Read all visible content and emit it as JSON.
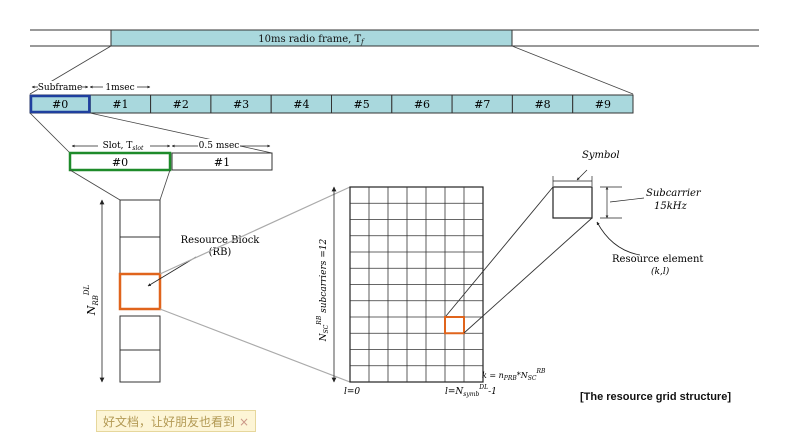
{
  "frame": {
    "label": "10ms radio frame, T",
    "label_sub": "f"
  },
  "subframe": {
    "label": "Subframe",
    "duration": "1msec",
    "items": [
      "#0",
      "#1",
      "#2",
      "#3",
      "#4",
      "#5",
      "#6",
      "#7",
      "#8",
      "#9"
    ],
    "highlight_color": "#1f3f9e"
  },
  "slot": {
    "label": "Slot, T",
    "label_sub": "slot",
    "duration": "0.5 msec",
    "items": [
      "#0",
      "#1"
    ],
    "highlight_color": "#1e8b2a"
  },
  "resource_block": {
    "label_line1": "Resource Block",
    "label_line2": "(RB)",
    "highlight_color": "#e0641c",
    "vertical_label": "N",
    "vertical_label_sub": "RB",
    "vertical_label_sup": "DL"
  },
  "grid": {
    "rows": 12,
    "cols": 7,
    "subcarrier_label": "N",
    "subcarrier_label_sub": "SC",
    "subcarrier_label_sup": "RB",
    "subcarrier_label_tail": " subcarriers =12",
    "l_start": "l=0",
    "l_end_prefix": "l=N",
    "l_end_sub": "symb",
    "l_end_sup": "DL",
    "l_end_tail": "-1",
    "k_formula_prefix": "k = n",
    "k_formula_sub1": "PRB",
    "k_formula_mid": "*N",
    "k_formula_sub2": "SC",
    "k_formula_sup2": "RB",
    "highlight_cell_row": 8,
    "highlight_cell_col": 5
  },
  "element": {
    "symbol_label": "Symbol",
    "subcarrier_label": "Subcarrier",
    "subcarrier_spacing": "15kHz",
    "re_label": "Resource element",
    "re_index": "(k,l)"
  },
  "caption": "[The resource grid structure]",
  "watermark_note": {
    "text": "好文档，让好朋友也看到",
    "close": "×"
  },
  "colors": {
    "teal_fill": "#a9d8dd",
    "line": "#2a2a2a",
    "guide": "#aaaaaa"
  }
}
